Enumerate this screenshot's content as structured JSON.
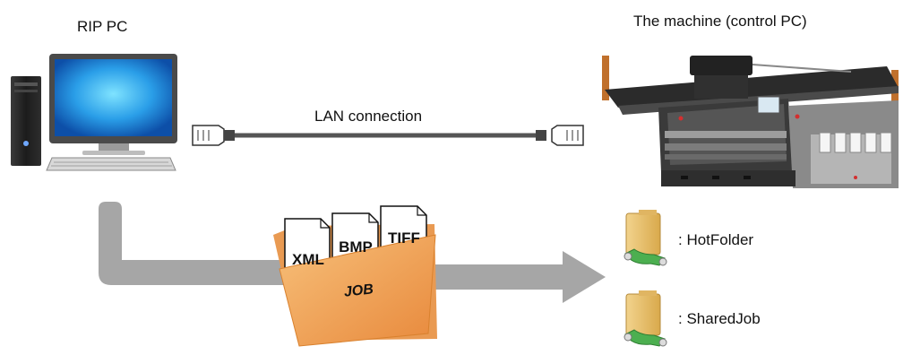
{
  "rip_pc": {
    "label": "RIP PC"
  },
  "machine": {
    "label": "The machine (control PC)"
  },
  "connection": {
    "label": "LAN connection"
  },
  "job": {
    "label": "JOB",
    "files": [
      "XML",
      "BMP",
      "TIFF"
    ]
  },
  "folders": [
    {
      "name": ": HotFolder"
    },
    {
      "name": ": SharedJob"
    }
  ],
  "colors": {
    "arrow": "#a6a6a6",
    "cable": "#555555",
    "folder_orange": "#f4a460",
    "share_green": "#4caf50",
    "folder_yellow": "#e8c474"
  }
}
